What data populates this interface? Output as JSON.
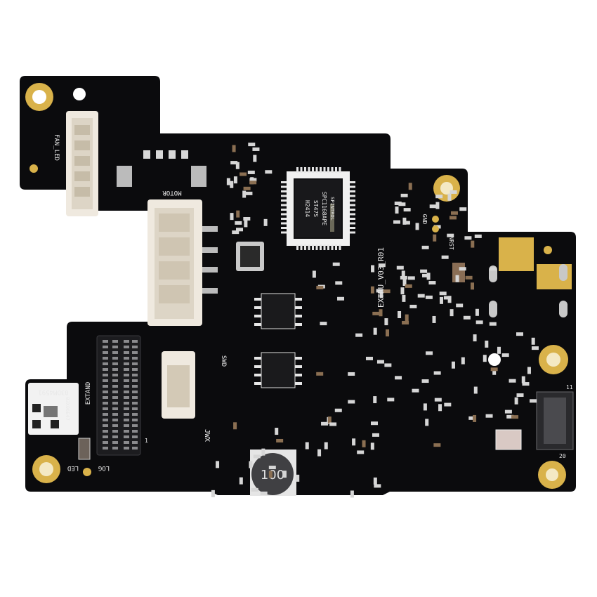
{
  "colors": {
    "board": "#0b0b0d",
    "gold_pad": "#d9b24a",
    "silkscreen": "#e8e8e8",
    "connector": "#efe9df",
    "background": "#ffffff"
  },
  "silkscreen": {
    "fan_led": "FAN_LED",
    "motor": "MOTOR",
    "board_id": "EXTRU_V03_R01",
    "swd": "SWD",
    "jwx": "JWX",
    "extand": "EXTAND",
    "log": "LOG",
    "led": "LED",
    "gnd": "GND",
    "nrst": "NRST",
    "pin_1": "1",
    "pin_20": "20",
    "pin_11": "11"
  },
  "mcu": {
    "brand": "SPINTROL",
    "part": "SPC1168APE",
    "line2": "ST47S",
    "line3": "H2414"
  },
  "inductor_marking": "100",
  "label_sticker": {
    "serial": "03DM4591",
    "code": "03X06E47"
  }
}
